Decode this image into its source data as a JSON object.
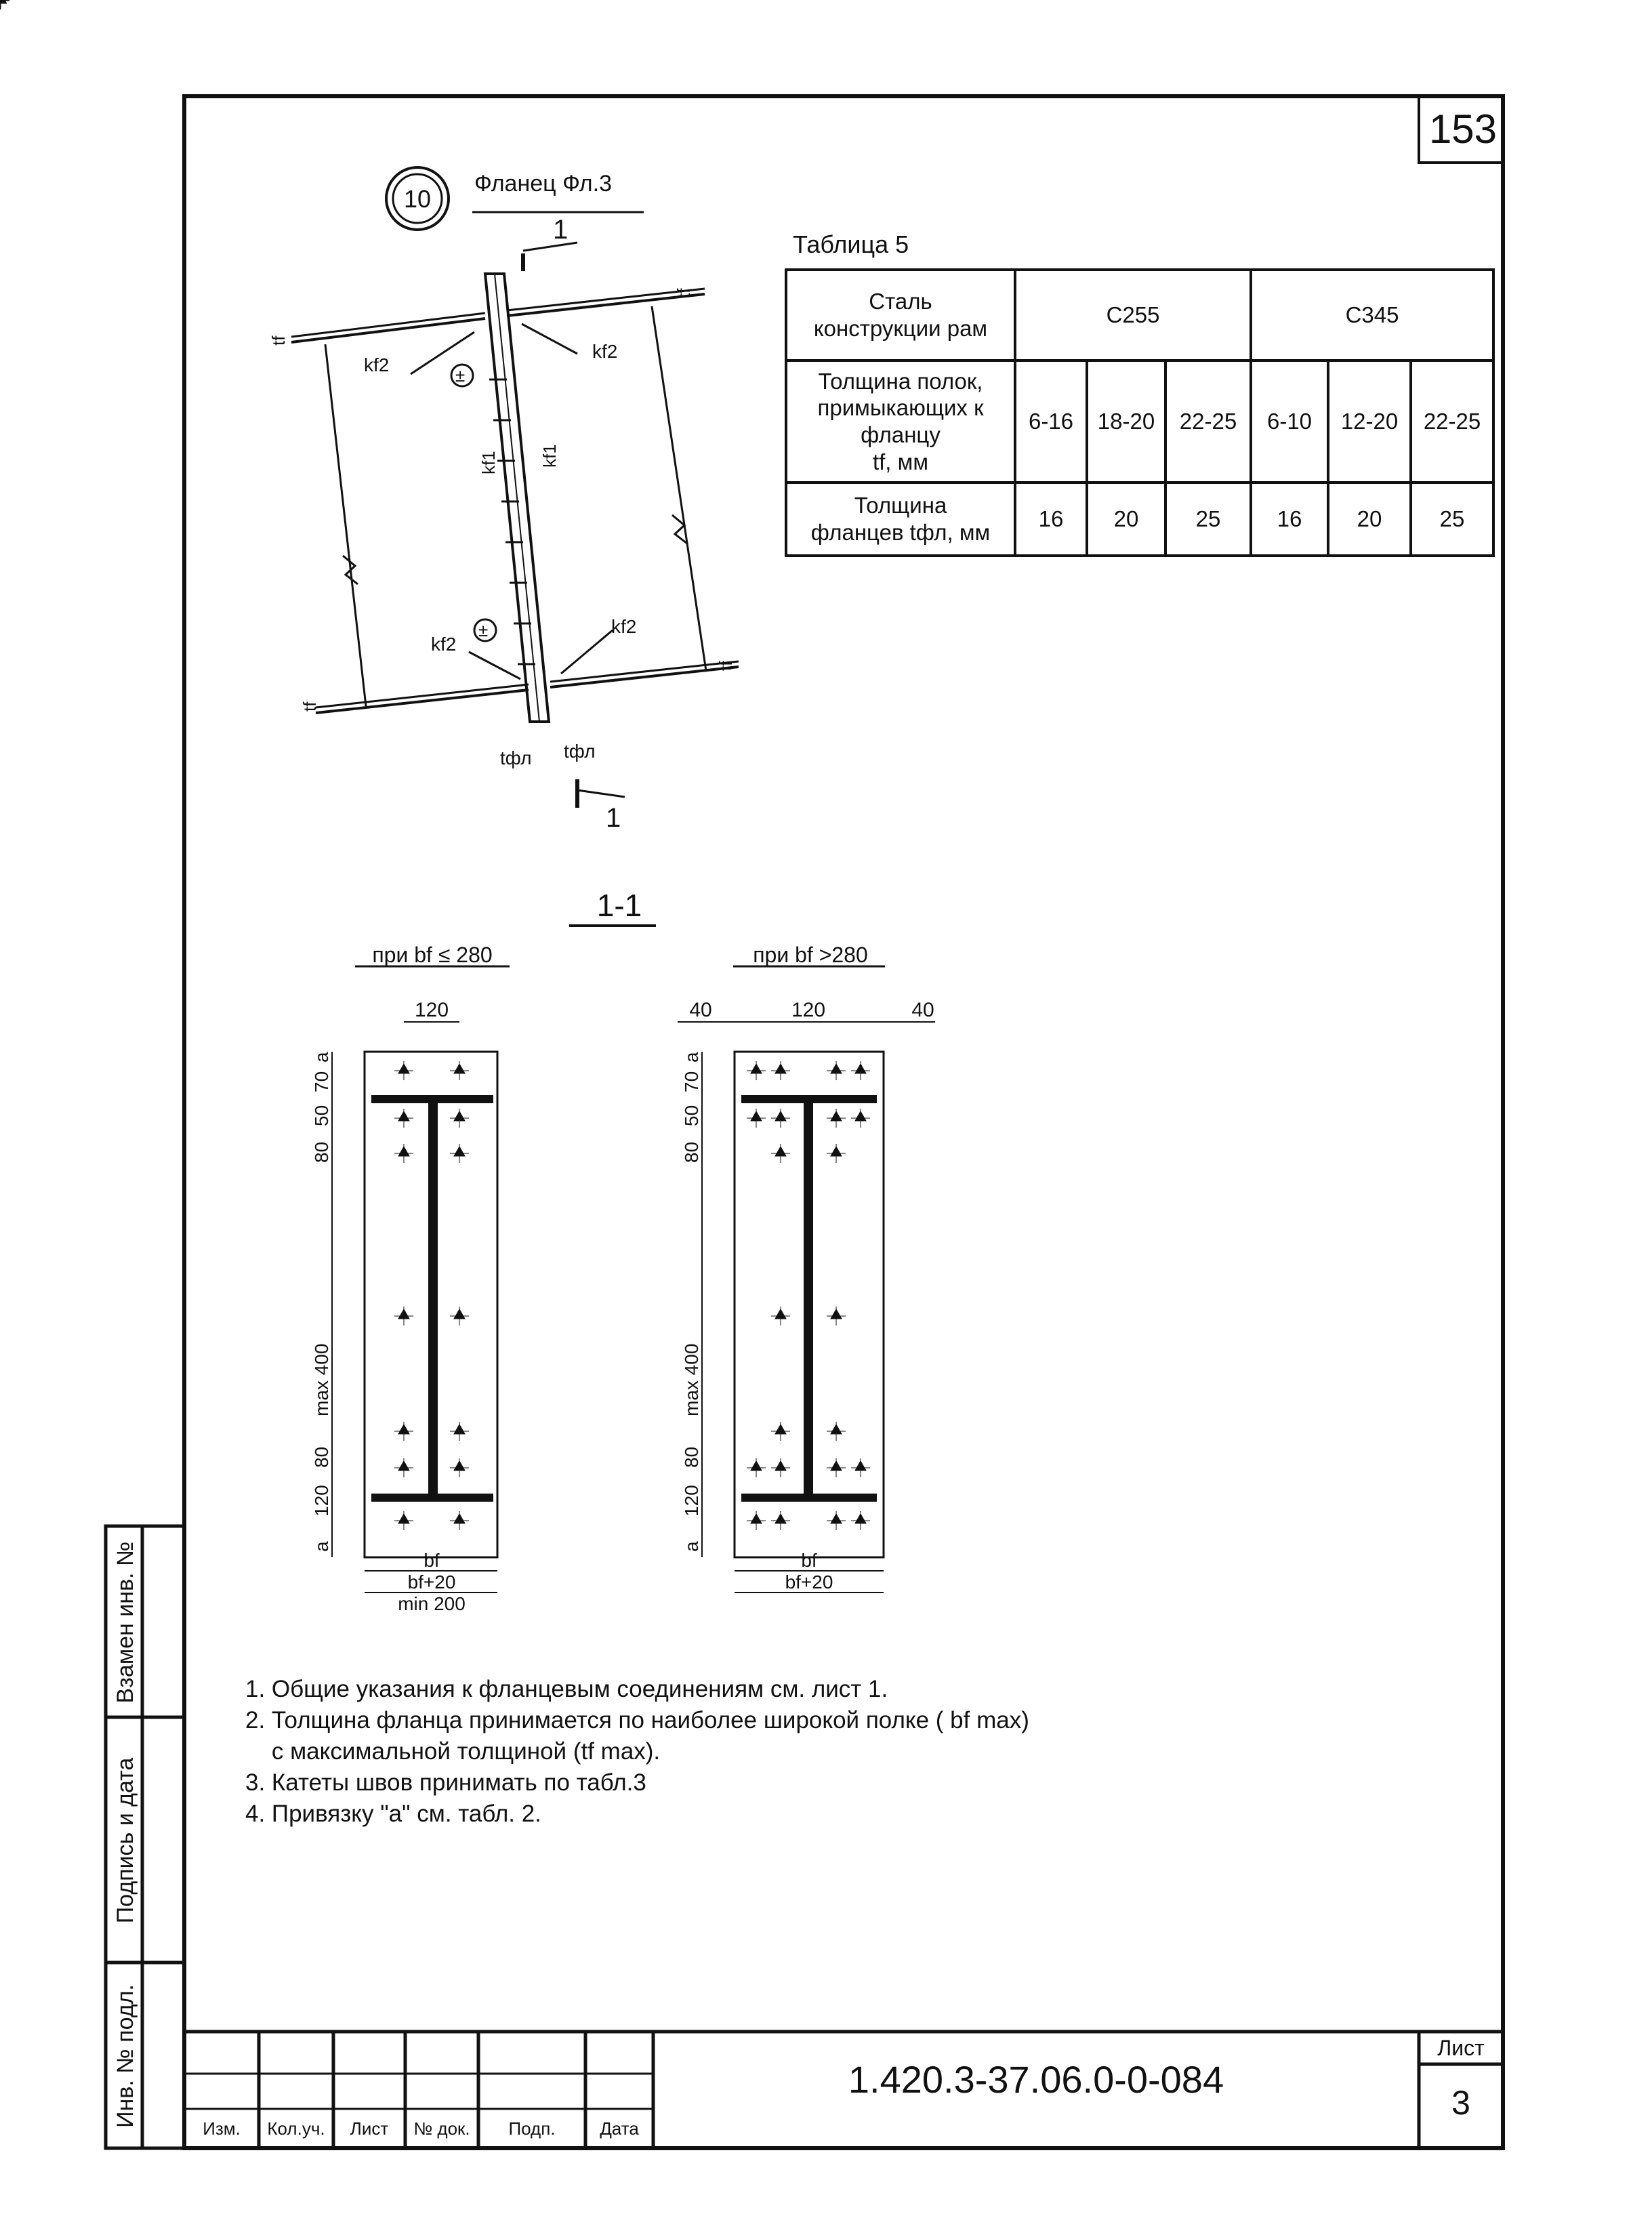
{
  "sheet": {
    "page_number": "153",
    "node_number": "10",
    "node_title": "Фланец Фл.3",
    "section_mark": "1",
    "drawing_code": "1.420.3-37.06.0-0-084",
    "list_label": "Лист",
    "list_number": "3"
  },
  "node_labels": {
    "kf2": "kf2",
    "kf1": "kf1",
    "tf": "tf",
    "tfl": "tфл",
    "plus_minus": "±"
  },
  "table": {
    "caption": "Таблица 5",
    "row1_header": [
      "Сталь",
      "конструкции рам"
    ],
    "steel_grades": [
      "С255",
      "С345"
    ],
    "row2_header": [
      "Толщина полок,",
      "примыкающих к",
      "фланцу",
      "tf, мм"
    ],
    "flange_tf": [
      "6-16",
      "18-20",
      "22-25",
      "6-10",
      "12-20",
      "22-25"
    ],
    "row3_header": [
      "Толщина",
      "фланцев tфл, мм"
    ],
    "flange_t": [
      "16",
      "20",
      "25",
      "16",
      "20",
      "25"
    ]
  },
  "section": {
    "title": "1-1",
    "left": {
      "caption": "при  bf ≤ 280",
      "top_dim": "120",
      "left_dims": [
        "a",
        "70",
        "50",
        "80",
        "max 400",
        "80",
        "120",
        "a"
      ],
      "bottom_dims": [
        "bf",
        "bf+20",
        "min 200"
      ]
    },
    "right": {
      "caption": "при  bf >280",
      "top_dims": [
        "40",
        "120",
        "40"
      ],
      "left_dims": [
        "a",
        "70",
        "50",
        "80",
        "max 400",
        "80",
        "120",
        "a"
      ],
      "bottom_dims": [
        "bf",
        "bf+20"
      ]
    }
  },
  "notes": [
    "1. Общие указания к фланцевым соединениям см. лист 1.",
    "2. Толщина фланца принимается по наиболее широкой полке ( bf max)",
    "    с максимальной толщиной (tf max).",
    "3. Катеты швов принимать по табл.3",
    "4. Привязку \"а\" см. табл. 2."
  ],
  "side_stamp": [
    "Взамен инв. №",
    "Подпись и дата",
    "Инв. № подл."
  ],
  "title_block": {
    "columns": [
      "Изм.",
      "Кол.уч.",
      "Лист",
      "№ док.",
      "Подп.",
      "Дата"
    ]
  }
}
